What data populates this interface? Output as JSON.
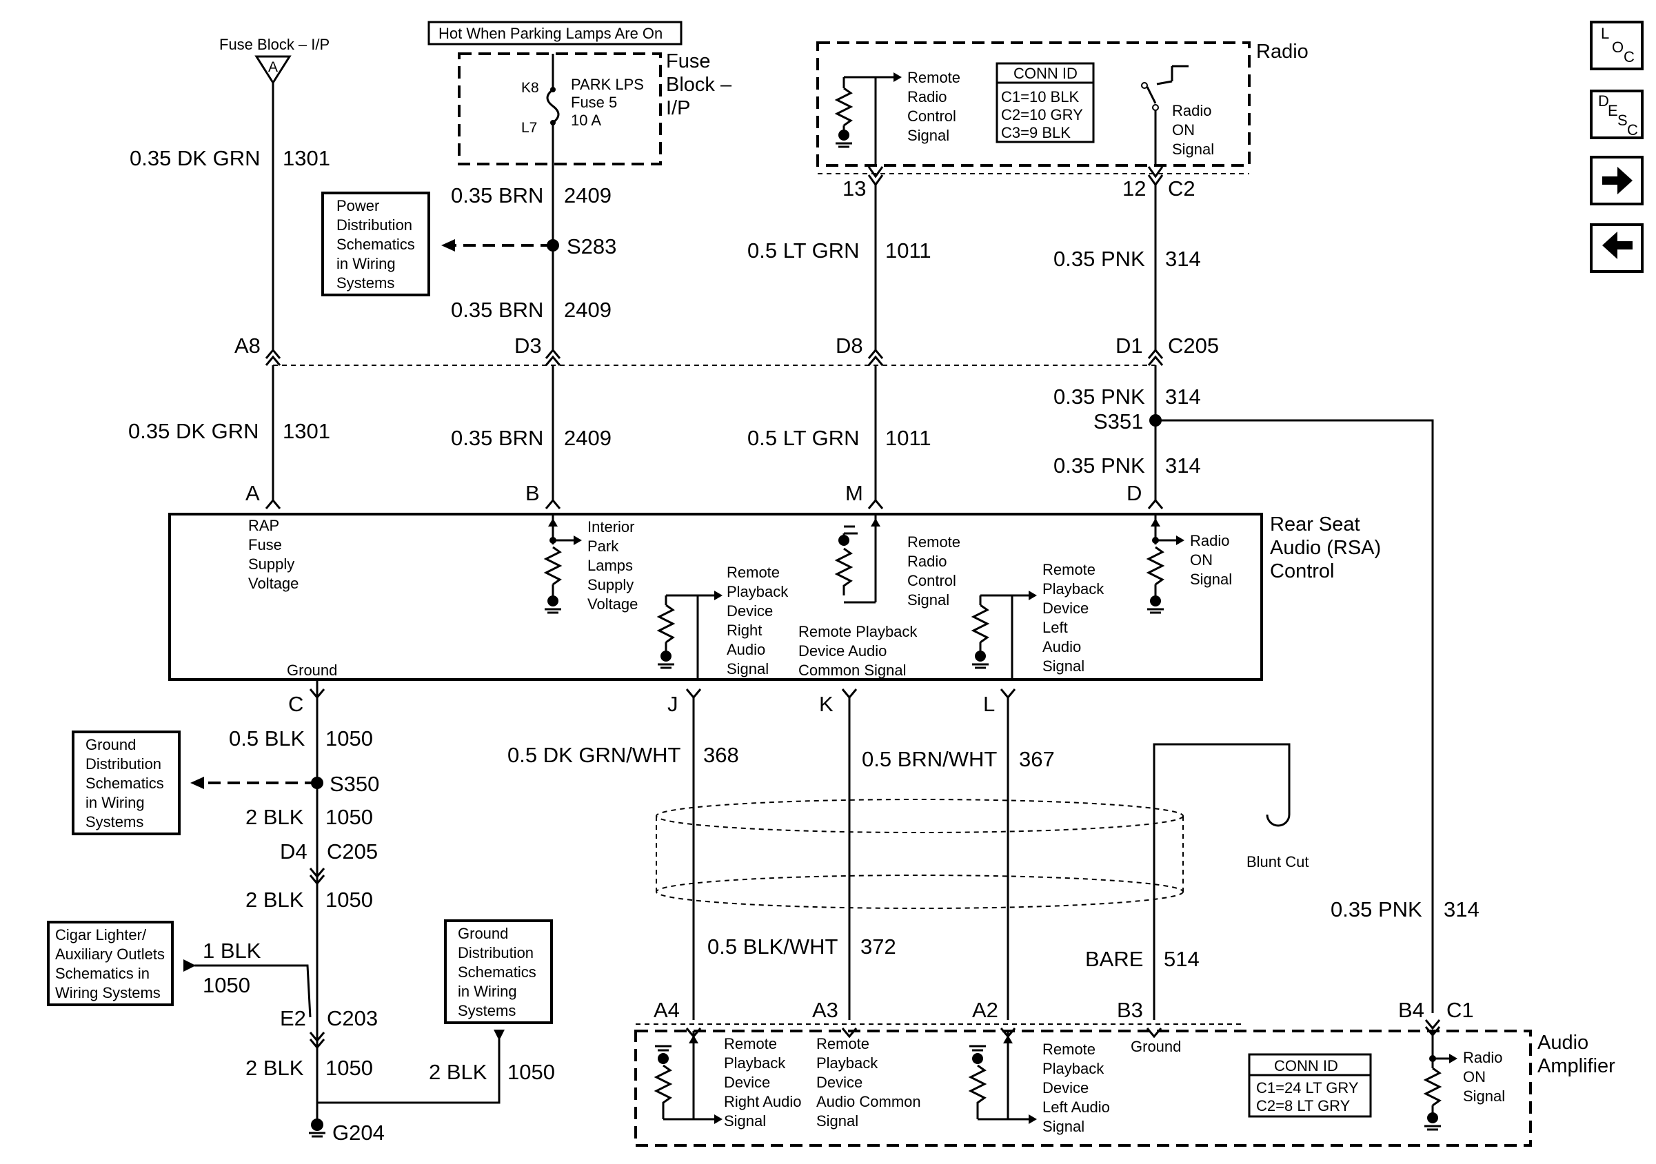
{
  "top": {
    "fuse_block_label": "Fuse Block – I/P",
    "fuse_block_conn": "A",
    "hot_note": "Hot When Parking Lamps Are On",
    "fuse_block2_title": [
      "Fuse",
      "Block –",
      "I/P"
    ],
    "fuse_k": "K8",
    "fuse_l": "L7",
    "fuse_name": [
      "PARK LPS",
      "Fuse 5",
      "10 A"
    ],
    "radio_title": "Radio",
    "radio_remote": [
      "Remote",
      "Radio",
      "Control",
      "Signal"
    ],
    "radio_on": [
      "Radio",
      "ON",
      "Signal"
    ],
    "radio_conn_title": "CONN ID",
    "radio_conn_lines": [
      "C1=10 BLK",
      "C2=10 GRY",
      "C3=9 BLK"
    ]
  },
  "wires": {
    "w1301": "0.35 DK GRN",
    "n1301": "1301",
    "w2409": "0.35 BRN",
    "n2409": "2409",
    "w1011": "0.5 LT GRN",
    "n1011": "1011",
    "w314": "0.35 PNK",
    "n314": "314",
    "w1050a": "0.5 BLK",
    "n1050": "1050",
    "w1050b": "2 BLK",
    "w1050c": "1 BLK",
    "w368": "0.5 DK GRN/WHT",
    "n368": "368",
    "w367": "0.5 BRN/WHT",
    "n367": "367",
    "w372": "0.5 BLK/WHT",
    "n372": "372",
    "w514": "BARE",
    "n514": "514"
  },
  "splices": {
    "s283": "S283",
    "s351": "S351",
    "s350": "S350",
    "g204": "G204"
  },
  "connectors": {
    "a8": "A8",
    "d3": "D3",
    "d8": "D8",
    "d1": "D1",
    "c205": "C205",
    "p13": "13",
    "p12": "12",
    "c2": "C2",
    "a": "A",
    "b": "B",
    "m": "M",
    "d": "D",
    "c": "C",
    "j": "J",
    "k": "K",
    "l": "L",
    "d4": "D4",
    "e2": "E2",
    "c203": "C203",
    "a4": "A4",
    "a3": "A3",
    "a2": "A2",
    "b3": "B3",
    "b4": "B4",
    "c1": "C1"
  },
  "refs": {
    "power_dist": [
      "Power",
      "Distribution",
      "Schematics",
      "in Wiring",
      "Systems"
    ],
    "ground_dist1": [
      "Ground",
      "Distribution",
      "Schematics",
      "in Wiring",
      "Systems"
    ],
    "cigar": [
      "Cigar Lighter/",
      "Auxiliary Outlets",
      "Schematics in",
      "Wiring Systems"
    ],
    "ground_dist2": [
      "Ground",
      "Distribution",
      "Schematics",
      "in Wiring",
      "Systems"
    ]
  },
  "rsa": {
    "title": [
      "Rear Seat",
      "Audio (RSA)",
      "Control"
    ],
    "rap": [
      "RAP",
      "Fuse",
      "Supply",
      "Voltage"
    ],
    "interior": [
      "Interior",
      "Park",
      "Lamps",
      "Supply",
      "Voltage"
    ],
    "remote_radio": [
      "Remote",
      "Radio",
      "Control",
      "Signal"
    ],
    "radio_on": [
      "Radio",
      "ON",
      "Signal"
    ],
    "rp_right": [
      "Remote",
      "Playback",
      "Device",
      "Right",
      "Audio",
      "Signal"
    ],
    "rp_common": [
      "Remote Playback",
      "Device Audio",
      "Common Signal"
    ],
    "rp_left": [
      "Remote",
      "Playback",
      "Device",
      "Left",
      "Audio",
      "Signal"
    ],
    "ground": "Ground"
  },
  "amp": {
    "title": [
      "Audio",
      "Amplifier"
    ],
    "rp_right": [
      "Remote",
      "Playback",
      "Device",
      "Right Audio",
      "Signal"
    ],
    "rp_common": [
      "Remote",
      "Playback",
      "Device",
      "Audio Common",
      "Signal"
    ],
    "rp_left": [
      "Remote",
      "Playback",
      "Device",
      "Left Audio",
      "Signal"
    ],
    "ground": "Ground",
    "radio_on": [
      "Radio",
      "ON",
      "Signal"
    ],
    "conn_title": "CONN ID",
    "conn_lines": [
      "C1=24 LT GRY",
      "C2=8 LT GRY"
    ]
  },
  "blunt_cut": "Blunt Cut",
  "nav": {
    "loc": [
      "L",
      "O",
      "C"
    ],
    "desc": [
      "D",
      "E",
      "S",
      "C"
    ]
  }
}
